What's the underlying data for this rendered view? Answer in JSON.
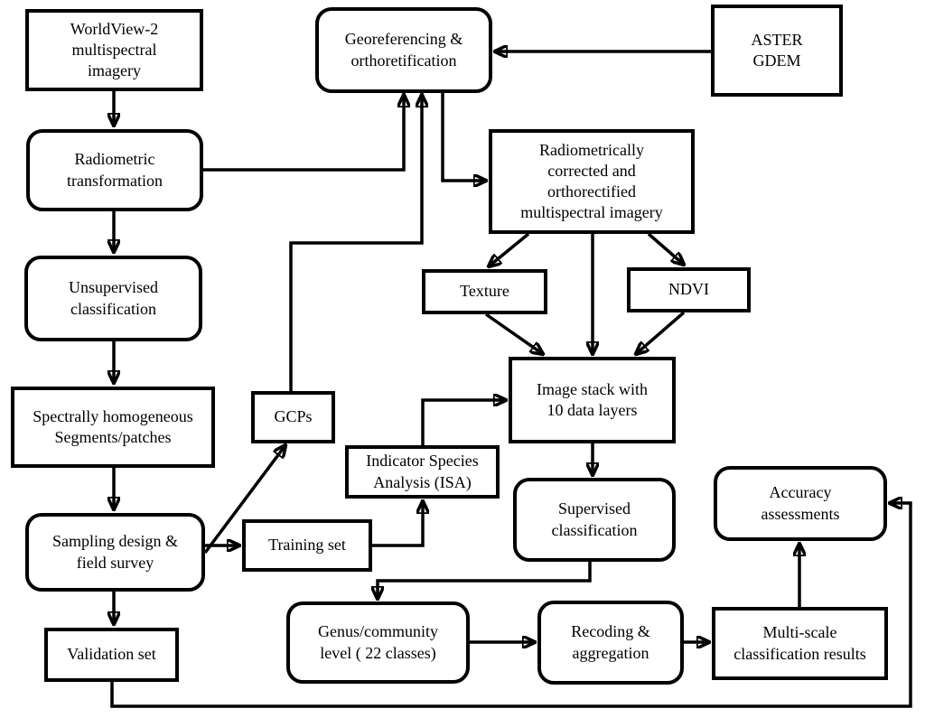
{
  "nodes": {
    "worldview": {
      "label": "WorldView-2\nmultispectral\nimagery"
    },
    "georeferencing": {
      "label": "Georeferencing &\northoretification"
    },
    "aster_gdem": {
      "label": "ASTER\nGDEM"
    },
    "radiometric": {
      "label": "Radiometric\ntransformation"
    },
    "radcorr": {
      "label": "Radiometrically\ncorrected and\northorectified\nmultispectral imagery"
    },
    "unsupervised": {
      "label": "Unsupervised\nclassification"
    },
    "texture": {
      "label": "Texture"
    },
    "ndvi": {
      "label": "NDVI"
    },
    "spectrally": {
      "label": "Spectrally homogeneous\nSegments/patches"
    },
    "gcps": {
      "label": "GCPs"
    },
    "isa": {
      "label": "Indicator Species\nAnalysis (ISA)"
    },
    "image_stack": {
      "label": "Image stack with\n10 data layers"
    },
    "training_set": {
      "label": "Training set"
    },
    "supervised": {
      "label": "Supervised\nclassification"
    },
    "sampling": {
      "label": "Sampling design &\nfield survey"
    },
    "validation_set": {
      "label": "Validation set"
    },
    "accuracy": {
      "label": "Accuracy\nassessments"
    },
    "genus": {
      "label": "Genus/community\nlevel ( 22 classes)"
    },
    "recoding": {
      "label": "Recoding &\naggregation"
    },
    "multiscale": {
      "label": "Multi-scale\nclassification results"
    }
  },
  "edges": [
    {
      "from": "worldview",
      "to": "radiometric"
    },
    {
      "from": "radiometric",
      "to": "unsupervised"
    },
    {
      "from": "unsupervised",
      "to": "spectrally"
    },
    {
      "from": "spectrally",
      "to": "sampling"
    },
    {
      "from": "sampling",
      "to": "validation_set"
    },
    {
      "from": "radiometric",
      "to": "georeferencing"
    },
    {
      "from": "gcps",
      "to": "georeferencing"
    },
    {
      "from": "aster_gdem",
      "to": "georeferencing"
    },
    {
      "from": "georeferencing",
      "to": "radcorr"
    },
    {
      "from": "radcorr",
      "to": "texture"
    },
    {
      "from": "radcorr",
      "to": "image_stack"
    },
    {
      "from": "radcorr",
      "to": "ndvi"
    },
    {
      "from": "texture",
      "to": "image_stack"
    },
    {
      "from": "ndvi",
      "to": "image_stack"
    },
    {
      "from": "isa",
      "to": "image_stack"
    },
    {
      "from": "training_set",
      "to": "isa"
    },
    {
      "from": "sampling",
      "to": "gcps"
    },
    {
      "from": "sampling",
      "to": "training_set"
    },
    {
      "from": "image_stack",
      "to": "supervised"
    },
    {
      "from": "supervised",
      "to": "genus"
    },
    {
      "from": "genus",
      "to": "recoding"
    },
    {
      "from": "recoding",
      "to": "multiscale"
    },
    {
      "from": "multiscale",
      "to": "accuracy"
    },
    {
      "from": "validation_set",
      "to": "accuracy"
    }
  ],
  "colors": {
    "line": "#000000",
    "background": "#ffffff",
    "text": "#000000"
  }
}
